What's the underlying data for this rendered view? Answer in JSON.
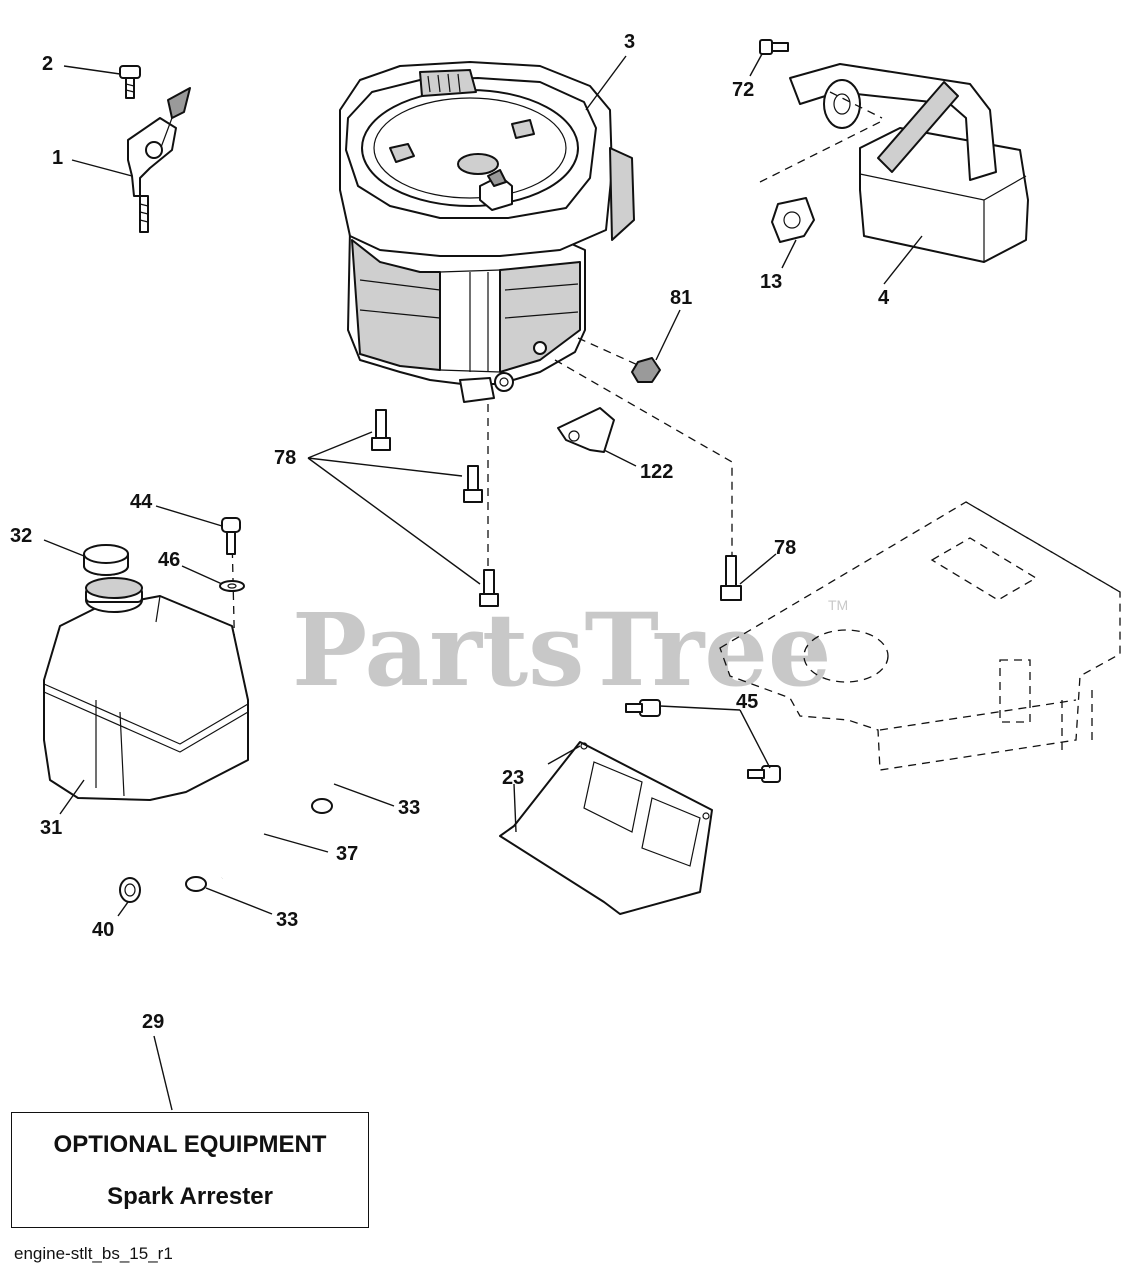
{
  "watermark": {
    "text": "PartsTree",
    "trademark": "TM"
  },
  "callouts": {
    "c1": "1",
    "c2": "2",
    "c3": "3",
    "c4": "4",
    "c13": "13",
    "c23": "23",
    "c29": "29",
    "c31": "31",
    "c32": "32",
    "c33a": "33",
    "c33b": "33",
    "c37": "37",
    "c40": "40",
    "c44": "44",
    "c45": "45",
    "c46": "46",
    "c72": "72",
    "c78a": "78",
    "c78b": "78",
    "c81": "81",
    "c122": "122"
  },
  "optional_box": {
    "title": "OPTIONAL EQUIPMENT",
    "subtitle": "Spark Arrester"
  },
  "diagram_reference": "engine-stlt_bs_15_r1"
}
